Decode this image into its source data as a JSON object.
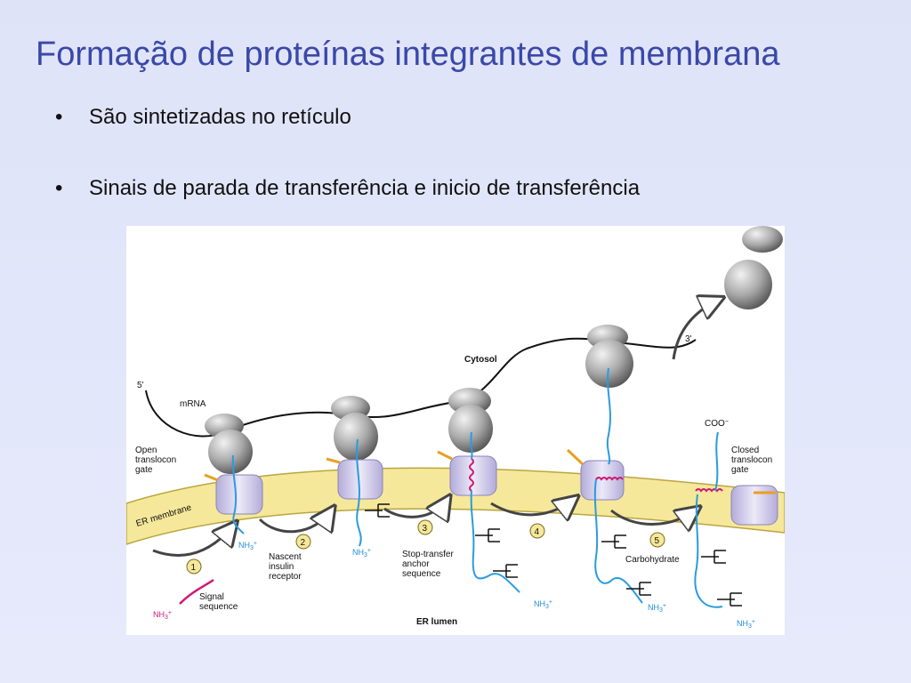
{
  "slide": {
    "title": "Formação de proteínas integrantes de membrana",
    "bullets": [
      {
        "marker": "•",
        "text": "São sintetizadas no retículo"
      },
      {
        "marker": "•",
        "text": "Sinais de parada de transferência e inicio de transferência"
      }
    ]
  },
  "figure": {
    "labels": {
      "cytosol": "Cytosol",
      "five_prime": "5'",
      "three_prime": "3'",
      "mrna": "mRNA",
      "open_gate": [
        "Open",
        "translocon",
        "gate"
      ],
      "er_membrane": "ER membrane",
      "nascent": [
        "Nascent",
        "insulin",
        "receptor"
      ],
      "signal": [
        "Signal",
        "sequence"
      ],
      "stop_transfer": [
        "Stop-transfer",
        "anchor",
        "sequence"
      ],
      "carbohydrate": "Carbohydrate",
      "closed_gate": [
        "Closed",
        "translocon",
        "gate"
      ],
      "coo": "COO",
      "coo_sup": "−",
      "er_lumen": "ER lumen",
      "nh3": "NH",
      "nh3_sub": "3",
      "nh3_sup": "+"
    },
    "steps": [
      "1",
      "2",
      "3",
      "4",
      "5"
    ],
    "colors": {
      "membrane": "#f6e89a",
      "membrane_edge": "#b9a640",
      "ribosome": "#a8a8a8",
      "translocon": "#c9c3e6",
      "polypeptide": "#2a9be0",
      "signal_sequence": "#d01873",
      "gate": "#e8a020"
    }
  }
}
